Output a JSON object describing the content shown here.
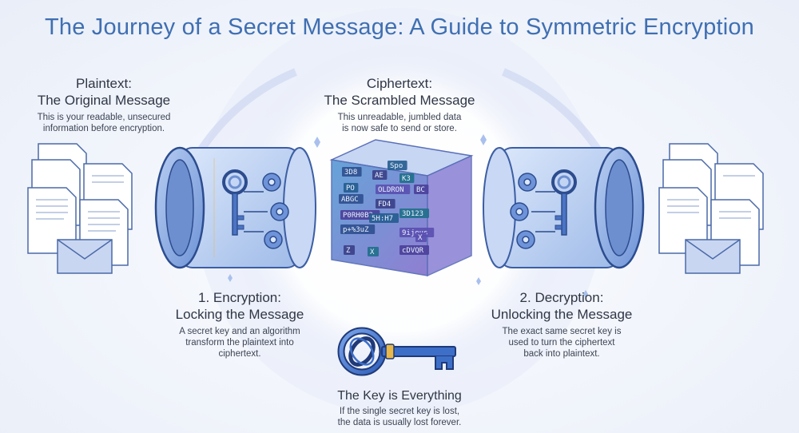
{
  "title": "The Journey of a Secret Message: A Guide to Symmetric Encryption",
  "plaintext": {
    "heading_line1": "Plaintext:",
    "heading_line2": "The Original Message",
    "desc_line1": "This is your readable, unsecured",
    "desc_line2": "information before encryption."
  },
  "ciphertext": {
    "heading_line1": "Ciphertext:",
    "heading_line2": "The Scrambled Message",
    "desc_line1": "This unreadable, jumbled data",
    "desc_line2": "is now safe to send or store.",
    "cube_glyphs": [
      "3D8",
      "AE",
      "K3",
      "BC",
      "PO",
      "OLDRON",
      "ABGC",
      "FD4",
      "3D123",
      "P0RH0B2",
      "5H:H7",
      "9ijeus",
      "p+%3uZ",
      "Z",
      "X",
      "cDVQR",
      "Spo",
      "X"
    ]
  },
  "encryption": {
    "heading_line1": "1. Encryption:",
    "heading_line2": "Locking the Message",
    "desc_line1": "A secret key and an algorithm",
    "desc_line2": "transform the plaintext into",
    "desc_line3": "ciphertext."
  },
  "decryption": {
    "heading_line1": "2. Decryption:",
    "heading_line2": "Unlocking the Message",
    "desc_line1": "The exact same secret key is",
    "desc_line2": "used to turn the ciphertext",
    "desc_line3": "back into plaintext."
  },
  "key": {
    "heading": "The Key is Everything",
    "desc_line1": "If the single secret key is lost,",
    "desc_line2": "the data is usually lost forever."
  },
  "colors": {
    "title": "#3f6fb2",
    "key_blue": "#3e6fc8",
    "key_outline": "#203a78",
    "gold": "#e8b84a",
    "cube_purple": "#8a78d0"
  },
  "icons": [
    "document-stack-icon",
    "envelope-icon",
    "encryption-cylinder-icon",
    "key-icon",
    "gear-icon",
    "cipher-cube-icon",
    "decryption-cylinder-icon",
    "master-key-icon"
  ]
}
